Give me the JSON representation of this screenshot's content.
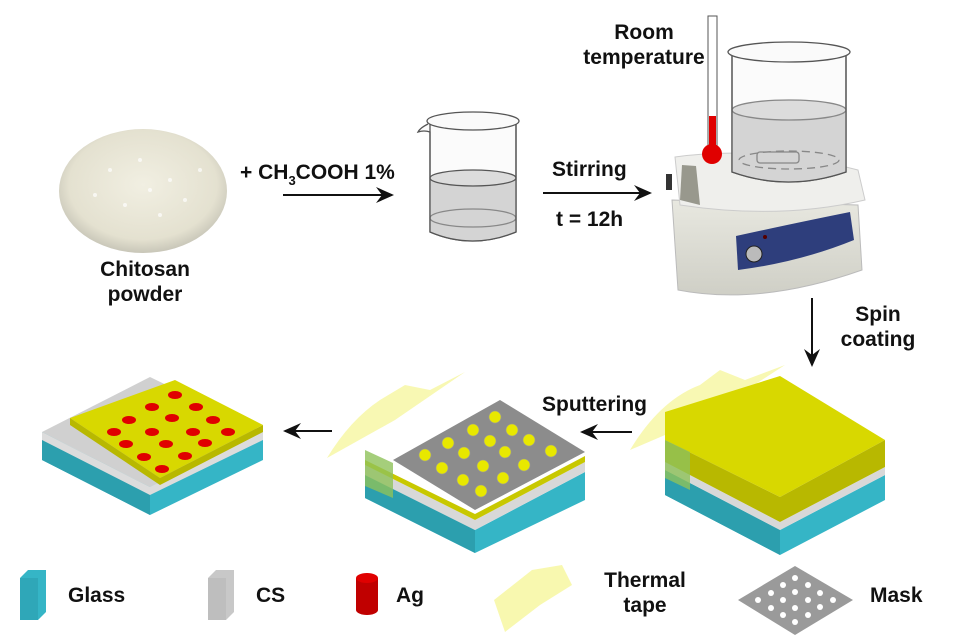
{
  "figure": {
    "description": "Fabrication process of chitosan (CS) film with Ag electrodes"
  },
  "steps": {
    "powder": {
      "line1": "Chitosan",
      "line2": "powder"
    },
    "acid": {
      "prefix": "+ CH",
      "subscript": "3",
      "suffix": "COOH 1%"
    },
    "stirring": {
      "label": "Stirring",
      "time": "t = 12h"
    },
    "room_temp": {
      "line1": "Room",
      "line2": "temperature"
    },
    "spin": {
      "line1": "Spin",
      "line2": "coating"
    },
    "sputtering": {
      "label": "Sputtering"
    }
  },
  "legend": {
    "items": [
      {
        "key": "glass",
        "label": "Glass",
        "color": "#35b5c6"
      },
      {
        "key": "cs",
        "label": "CS",
        "color": "#c8c8c8"
      },
      {
        "key": "ag",
        "label": "Ag",
        "color": "#d40000"
      },
      {
        "key": "tape",
        "label_line1": "Thermal",
        "label_line2": "tape",
        "color": "#f5f59a"
      },
      {
        "key": "mask",
        "label": "Mask",
        "color": "#9a9a9a"
      }
    ]
  },
  "colors": {
    "film": "#d8d800",
    "glass": "#35b5c6",
    "cs": "#d2d2d2",
    "electrode": "#e00000",
    "mask": "#8c8c8c",
    "thermometer": "#e00000"
  }
}
